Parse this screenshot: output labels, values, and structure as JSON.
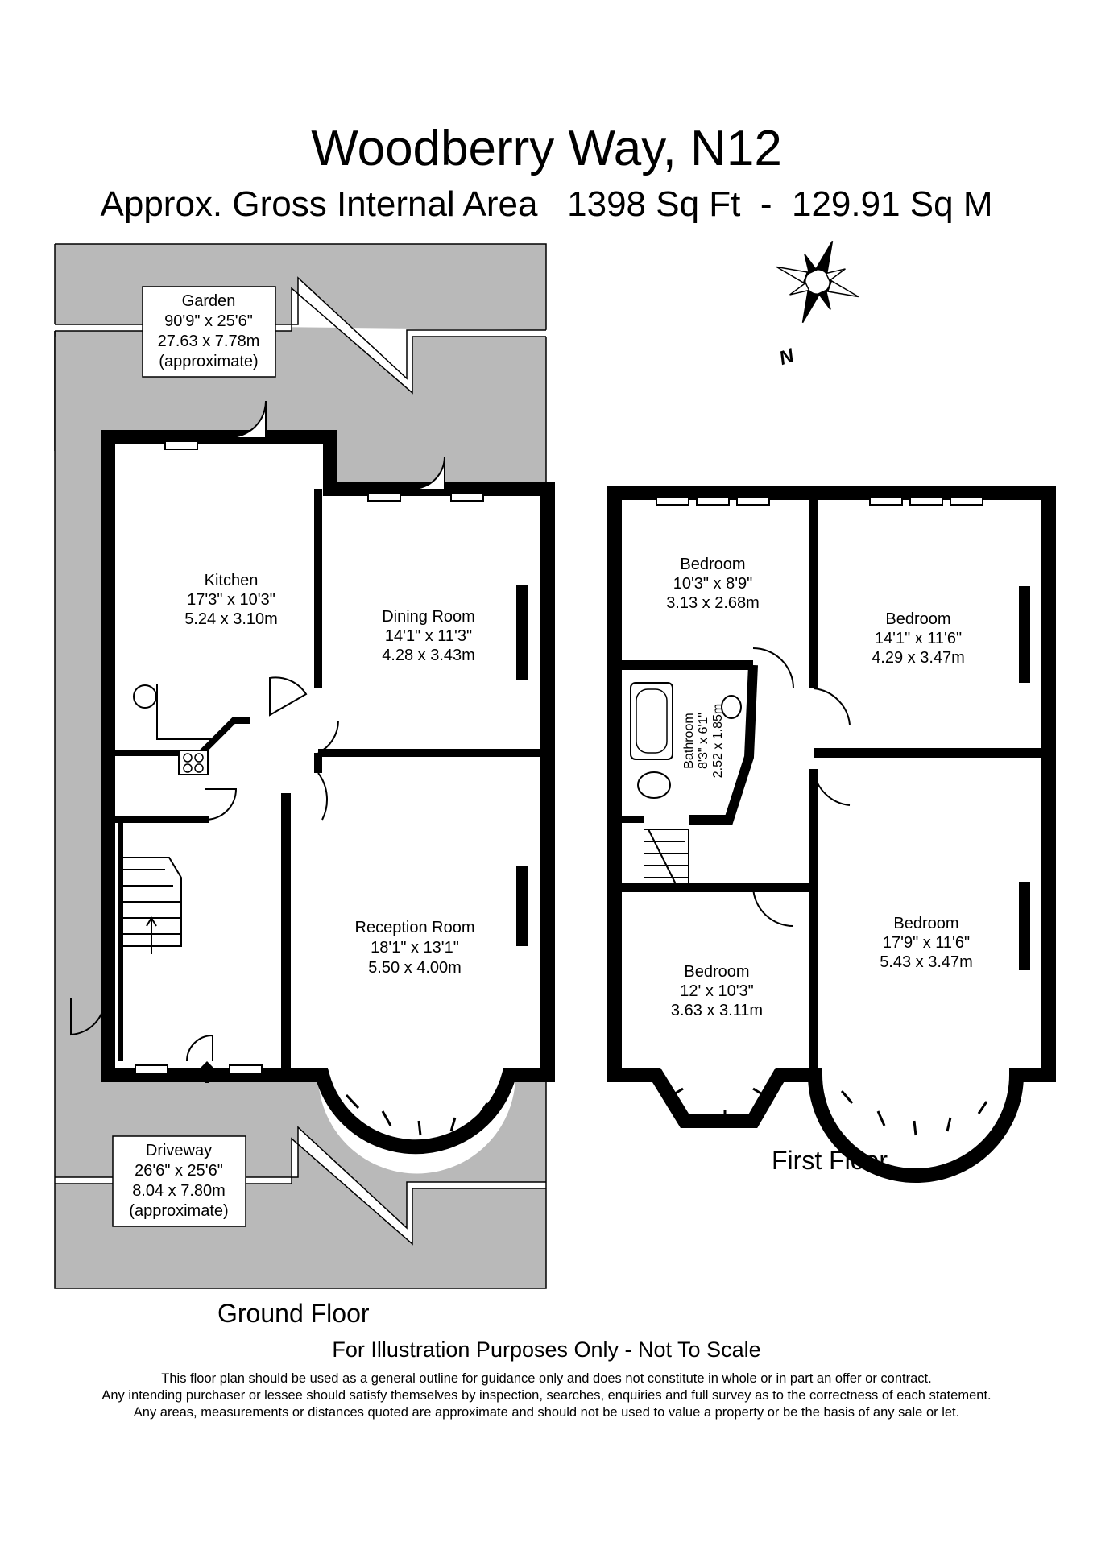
{
  "header": {
    "title": "Woodberry Way, N12",
    "area_label": "Approx. Gross Internal Area",
    "area_sqft": "1398 Sq Ft",
    "separator": "-",
    "area_sqm": "129.91 Sq M"
  },
  "compass": {
    "north_label": "N",
    "icon": "compass-rose-icon"
  },
  "ground_floor": {
    "label": "Ground Floor",
    "garden": {
      "name": "Garden",
      "imperial": "90'9\" x 25'6\"",
      "metric": "27.63 x 7.78m",
      "note": "(approximate)"
    },
    "driveway": {
      "name": "Driveway",
      "imperial": "26'6\" x 25'6\"",
      "metric": "8.04 x 7.80m",
      "note": "(approximate)"
    },
    "rooms": [
      {
        "name": "Kitchen",
        "imperial": "17'3\" x 10'3\"",
        "metric": "5.24 x 3.10m"
      },
      {
        "name": "Dining Room",
        "imperial": "14'1\" x 11'3\"",
        "metric": "4.28 x 3.43m"
      },
      {
        "name": "Reception Room",
        "imperial": "18'1\" x 13'1\"",
        "metric": "5.50 x 4.00m"
      }
    ]
  },
  "first_floor": {
    "label": "First Floor",
    "rooms": [
      {
        "name": "Bedroom",
        "imperial": "10'3\" x 8'9\"",
        "metric": "3.13 x 2.68m"
      },
      {
        "name": "Bedroom",
        "imperial": "14'1\" x 11'6\"",
        "metric": "4.29 x 3.47m"
      },
      {
        "name": "Bathroom",
        "imperial": "8'3\" x 6'1\"",
        "metric": "2.52 x 1.85m"
      },
      {
        "name": "Bedroom",
        "imperial": "12' x 10'3\"",
        "metric": "3.63 x 3.11m"
      },
      {
        "name": "Bedroom",
        "imperial": "17'9\" x 11'6\"",
        "metric": "5.43 x 3.47m"
      }
    ]
  },
  "footer": {
    "illustration_note": "For Illustration Purposes Only - Not To Scale",
    "disclaimer": [
      "This floor plan should be used as a general outline for guidance only and does not constitute in whole or in part an offer or contract.",
      "Any intending purchaser or lessee should satisfy themselves by inspection, searches, enquiries and full survey as to the correctness of each statement.",
      "Any areas, measurements or distances quoted are approximate and should not be used to value a property or be the basis of any sale or let."
    ]
  },
  "colors": {
    "wall": "#000000",
    "outdoor": "#b9b9b9",
    "floor": "#ffffff"
  }
}
